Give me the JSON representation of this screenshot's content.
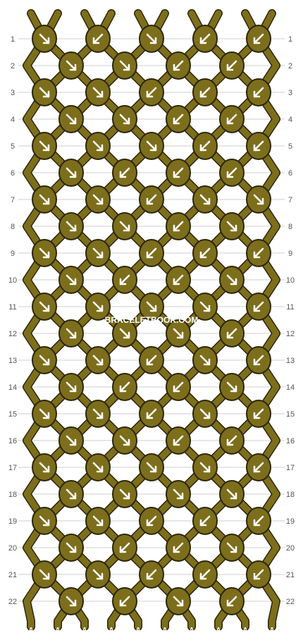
{
  "pattern": {
    "string_letter": "A",
    "string_count": 10,
    "knot_rows": 22,
    "colors": {
      "strand": "#7d6e1c",
      "outline": "#2b2608",
      "arrow": "#ffffff",
      "grid_line": "#cfcfcf"
    },
    "watermark": "BRACELETBOOK.COM",
    "row_numbers": [
      "1",
      "2",
      "3",
      "4",
      "5",
      "6",
      "7",
      "8",
      "9",
      "10",
      "11",
      "12",
      "13",
      "14",
      "15",
      "16",
      "17",
      "18",
      "19",
      "20",
      "21",
      "22"
    ],
    "knots": [
      [
        "se",
        "sw",
        "se",
        "sw",
        "sw"
      ],
      [
        "se",
        "se",
        "sw",
        "sw"
      ],
      [
        "se",
        "se",
        "sw",
        "sw",
        "sw"
      ],
      [
        "se",
        "se",
        "sw",
        "sw"
      ],
      [
        "se",
        "se",
        "se",
        "sw",
        "sw"
      ],
      [
        "se",
        "sw",
        "sw",
        "sw"
      ],
      [
        "se",
        "se",
        "sw",
        "se",
        "se"
      ],
      [
        "se",
        "se",
        "sw",
        "se"
      ],
      [
        "se",
        "se",
        "sw",
        "sw",
        "sw"
      ],
      [
        "se",
        "sw",
        "sw",
        "se"
      ],
      [
        "se",
        "se",
        "se",
        "se",
        "sw"
      ],
      [
        "se",
        "se",
        "se",
        "sw"
      ],
      [
        "se",
        "se",
        "sw",
        "se",
        "sw"
      ],
      [
        "se",
        "sw",
        "sw",
        "se"
      ],
      [
        "se",
        "se",
        "sw",
        "se",
        "sw"
      ],
      [
        "se",
        "se",
        "sw",
        "sw"
      ],
      [
        "se",
        "se",
        "se",
        "se",
        "sw"
      ],
      [
        "se",
        "se",
        "se",
        "se"
      ],
      [
        "se",
        "se",
        "sw",
        "sw",
        "sw"
      ],
      [
        "se",
        "sw",
        "sw",
        "se"
      ],
      [
        "se",
        "se",
        "sw",
        "sw",
        "sw"
      ],
      [
        "se",
        "sw",
        "se",
        "sw"
      ]
    ]
  }
}
